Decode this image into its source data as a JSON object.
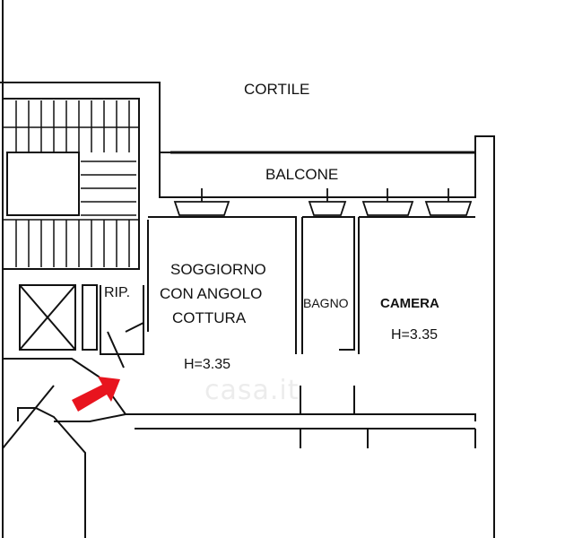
{
  "plan": {
    "outside_label": "CORTILE",
    "balcony_label": "BALCONE",
    "rooms": {
      "living_line1": "SOGGIORNO",
      "living_line2": "CON ANGOLO",
      "living_line3": "COTTURA",
      "living_height": "H=3.35",
      "bath": "BAGNO",
      "bedroom": "CAMERA",
      "bedroom_height": "H=3.35",
      "storage": "RIP."
    },
    "watermark": "casa.it",
    "entrance_arrow_color": "#e8141e",
    "line_color": "#111111"
  }
}
